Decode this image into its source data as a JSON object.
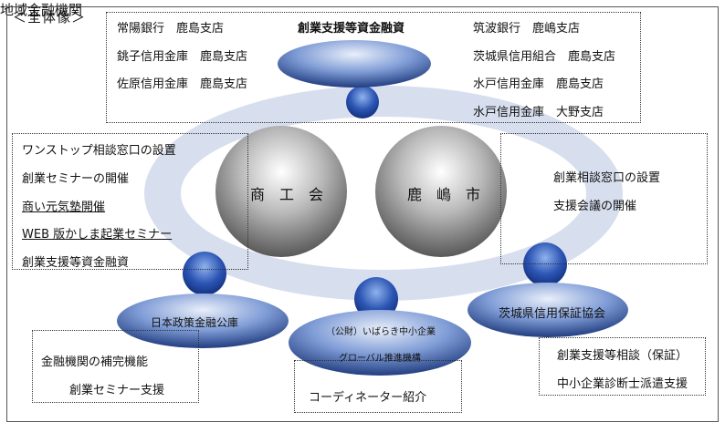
{
  "title": "＜全体像＞",
  "financial": {
    "heading": "創業支援等資金融資",
    "center_label": "地域金融機関",
    "left": [
      {
        "bank": "常陽銀行",
        "branch": "鹿島支店"
      },
      {
        "bank": "銚子信用金庫",
        "branch": "鹿島支店"
      },
      {
        "bank": "佐原信用金庫",
        "branch": "鹿島支店"
      }
    ],
    "right": [
      {
        "bank": "筑波銀行",
        "branch": "鹿嶋支店"
      },
      {
        "bank": "茨城県信用組合",
        "branch": "鹿島支店"
      },
      {
        "bank": "水戸信用金庫",
        "branch": "鹿島支店"
      },
      {
        "bank": "水戸信用金庫",
        "branch": "大野支店"
      }
    ]
  },
  "chamber": {
    "label": "商　工　会",
    "services": [
      "ワンストップ相談窓口の設置",
      "創業セミナーの開催",
      "商い元気塾開催",
      "WEB 版かしま起業セミナー",
      "創業支援等資金融資"
    ]
  },
  "city": {
    "label": "鹿　嶋　市",
    "services": [
      "創業相談窓口の設置",
      "支援会議の開催"
    ]
  },
  "jfc": {
    "label": "日本政策金融公庫",
    "services": [
      "金融機関の補完機能",
      "創業セミナー支援"
    ]
  },
  "ibaraki_org": {
    "label_line1": "（公財）いばらき中小企業",
    "label_line2": "グローバル推進機構",
    "services": [
      "コーディネーター紹介"
    ]
  },
  "guarantee": {
    "label": "茨城県信用保証協会",
    "services": [
      "創業支援等相談（保証）",
      "中小企業診断士派遣支援"
    ]
  },
  "colors": {
    "ring": "#c9d3e8",
    "node_dark": "#0d2a73",
    "node_light": "#4f7fd3",
    "sphere_dark": "#4a4a4a",
    "sphere_light": "#ffffff"
  }
}
